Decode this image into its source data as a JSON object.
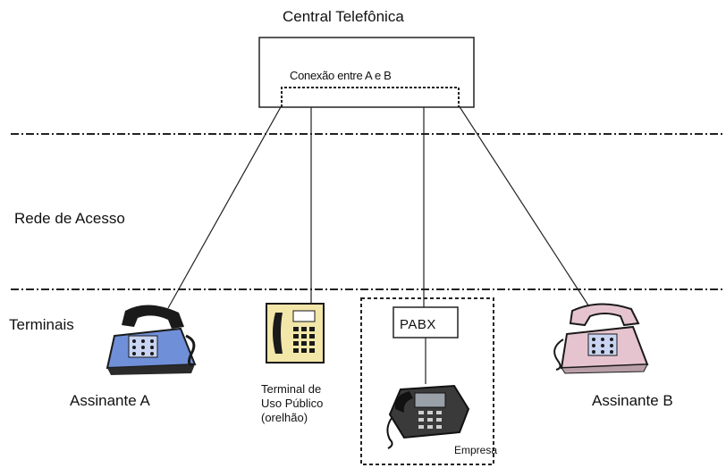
{
  "title": "Central Telefônica",
  "central": {
    "connection_label": "Conexão entre A e B"
  },
  "zones": {
    "access_network": "Rede de Acesso",
    "terminals": "Terminais"
  },
  "nodes": {
    "subscriber_a": "Assinante A",
    "subscriber_b": "Assinante B",
    "public_terminal": [
      "Terminal de",
      "Uso Público",
      "(orelhão)"
    ],
    "pabx": "PABX",
    "company": "Empresa"
  },
  "colors": {
    "phone_blue": "#6f8fd8",
    "phone_black": "#1a1a1a",
    "phone_pink": "#e6c4cf",
    "payphone_yellow": "#f2e6a8",
    "line": "#222222"
  },
  "icons": [
    "desk-phone-icon",
    "payphone-icon",
    "office-phone-icon",
    "desk-phone-icon"
  ]
}
